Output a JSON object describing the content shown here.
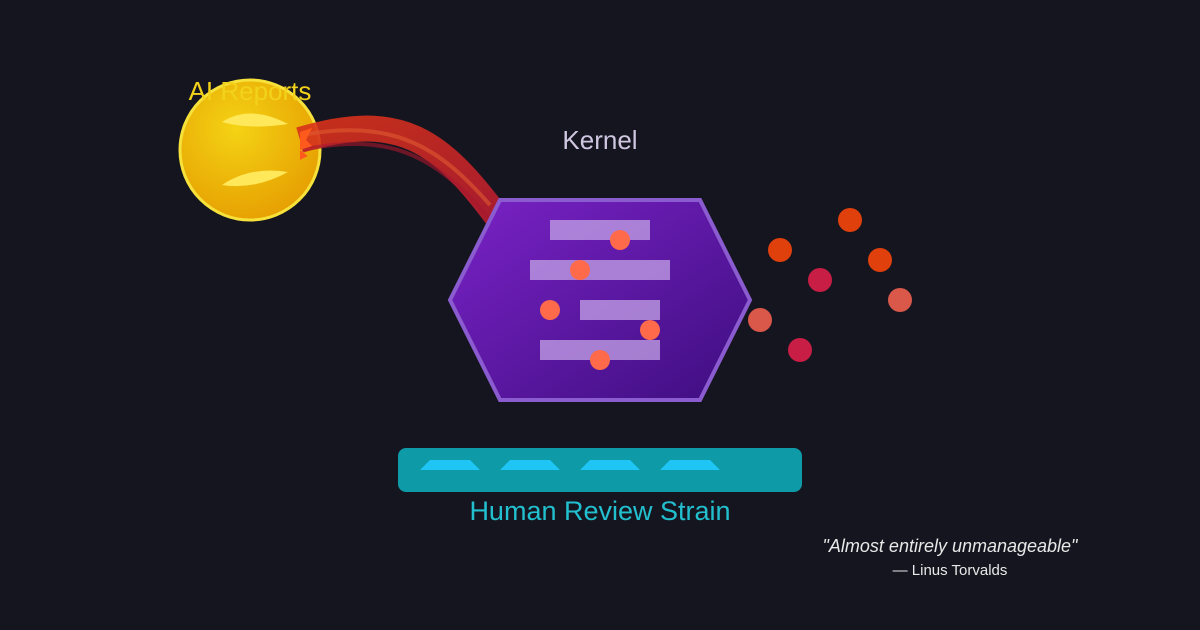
{
  "labels": {
    "ai_reports": "AI Reports",
    "kernel": "Kernel",
    "human_review": "Human Review Strain"
  },
  "quote": {
    "text": "\"Almost entirely unmanageable\"",
    "attribution": "— Linus Torvalds"
  },
  "colors": {
    "background": "#15151f",
    "ai_reports": "#f2d21a",
    "kernel_fill": "#6a1fb0",
    "kernel_text": "#cfc6e0",
    "stream": "#c0281e",
    "review_bar": "#0e9aa7",
    "review_text": "#22c0cf",
    "quote_text": "#e8e8e8",
    "bug_dots": [
      "#ff6a4a",
      "#e0400c",
      "#c81e45",
      "#d9584a"
    ]
  },
  "icons": [
    "sun-icon",
    "kernel-hexagon",
    "code-line",
    "bug-dot",
    "review-bar"
  ]
}
